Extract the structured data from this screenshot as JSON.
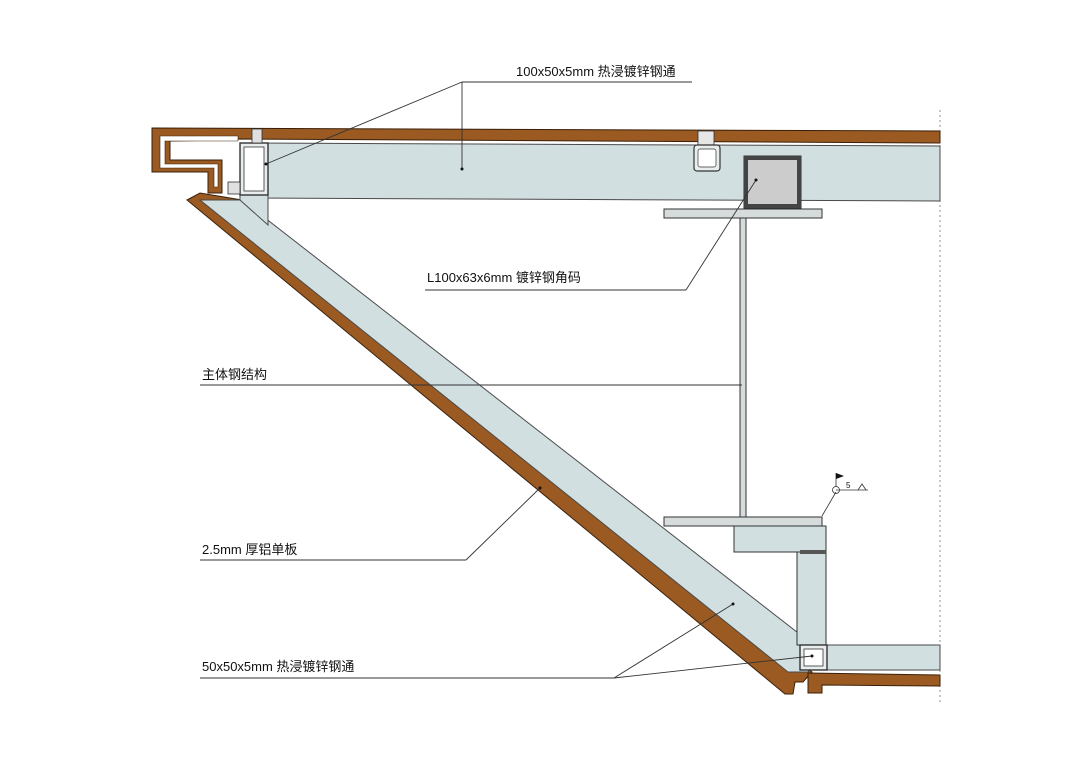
{
  "labels": {
    "tube_100": "100x50x5mm 热浸镀锌钢通",
    "angle_bracket": "L100x63x6mm 镀锌钢角码",
    "main_steel": "主体钢结构",
    "aluminum_panel": "2.5mm 厚铝单板",
    "tube_50": "50x50x5mm 热浸镀锌钢通"
  },
  "weld_symbol": {
    "size": "5"
  },
  "colors": {
    "aluminum_panel": "#9a5a22",
    "galvanized_steel": "#d2dfe0",
    "outline": "#333333"
  }
}
